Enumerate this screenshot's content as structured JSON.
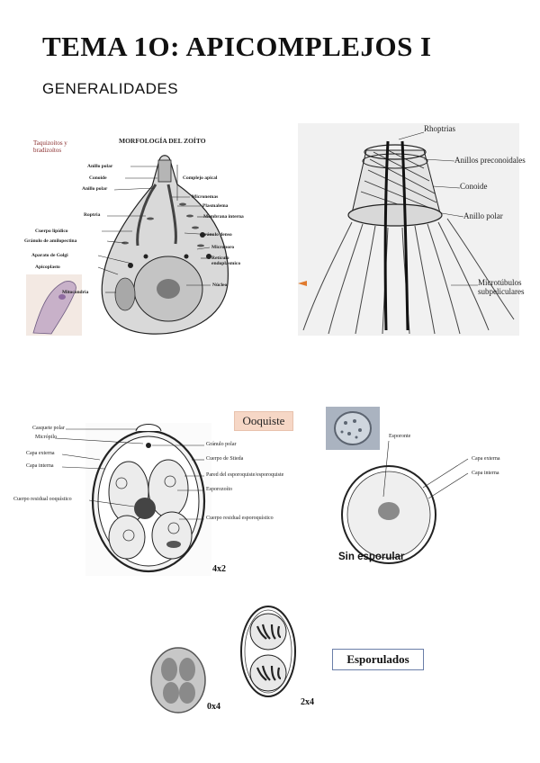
{
  "header": {
    "title": "TEMA 1O: APICOMPLEJOS I",
    "subtitle": "GENERALIDADES"
  },
  "zoite_figure": {
    "heading": "MORFOLOGÍA DEL ZOÍTO",
    "inset_label": "Taquizoítos y bradizoítos",
    "labels_left": [
      "Anillo polar",
      "Conoide",
      "Anillo polar",
      "Roptria",
      "Cuerpo lipídico",
      "Gránulo de amilopectina",
      "Aparato de Golgi",
      "Apicoplasto",
      "Mitocondria"
    ],
    "labels_right": [
      "Complejo apical",
      "Micronemas",
      "Plasmalema",
      "Membrana interna",
      "Gránulo denso",
      "Microporo",
      "Retículo endoplasmico",
      "Núcleo"
    ]
  },
  "apical_figure": {
    "labels": [
      "Rhoptrias",
      "Anillos preconoidales",
      "Conoide",
      "Anillo polar",
      "Microtúbulos subpeliculares"
    ]
  },
  "oocyst_figure": {
    "title": "Ooquiste",
    "labels_left": [
      "Casquete polar",
      "Micrópilo",
      "Capa externa",
      "Capa interna",
      "Cuerpo residual ooquístico"
    ],
    "labels_right": [
      "Gránulo polar",
      "Cuerpo de Stieda",
      "Pared del esporoquiste/esporoquiste",
      "Esporozoíto",
      "Cuerpo residual esporoquístico"
    ],
    "magnification": "4x2"
  },
  "unsporulated_figure": {
    "labels": [
      "Esporonte",
      "Capa externa",
      "Capa interna"
    ],
    "caption": "Sin esporular"
  },
  "sporulated_figure": {
    "caption": "Esporulados",
    "label_a": "0x4",
    "label_b": "2x4"
  }
}
